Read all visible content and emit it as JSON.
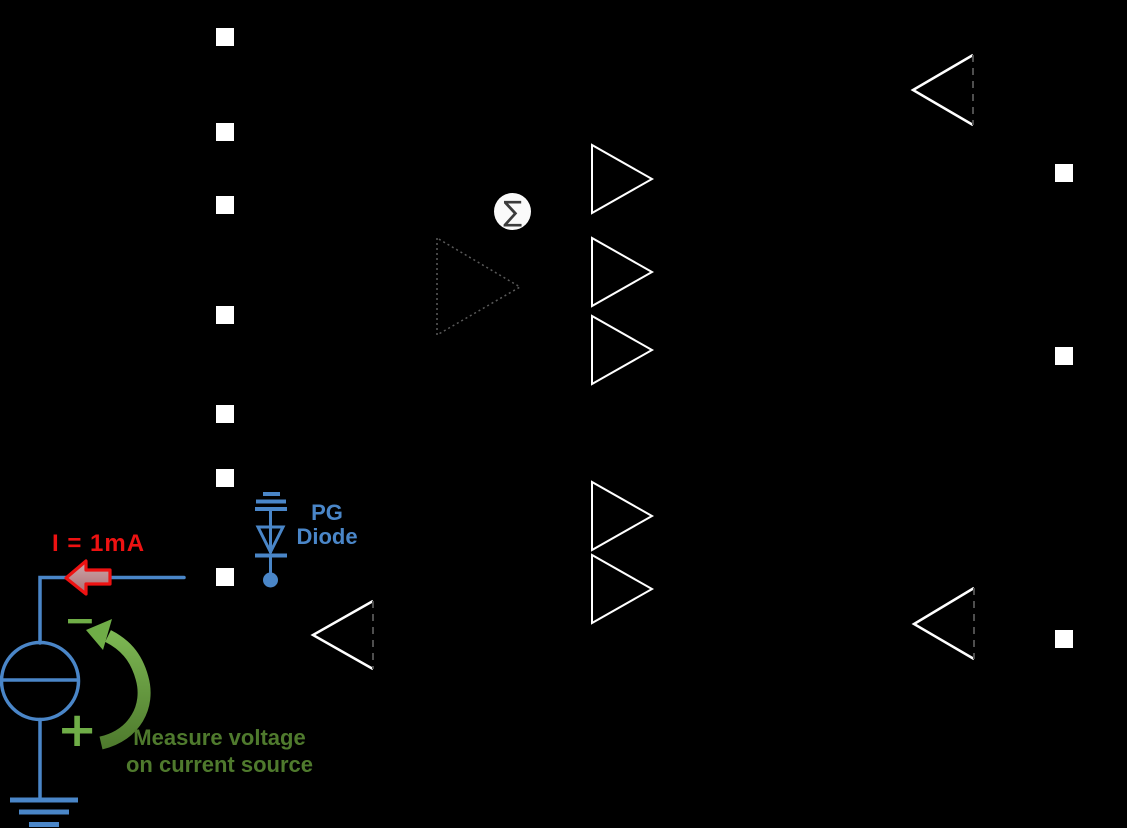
{
  "diagram": {
    "annotations": {
      "current_label": "I = 1mA",
      "pg_diode_label": {
        "line1": "PG",
        "line2": "Diode"
      },
      "measure_note": {
        "line1": "Measure voltage",
        "line2": "on current source"
      },
      "polarity_minus": "−",
      "polarity_plus": "+",
      "summation_symbol": "∑"
    },
    "colors": {
      "background": "#000000",
      "shape_white": "#ffffff",
      "wire_blue": "#4a86c8",
      "current_red": "#ee1212",
      "note_green_dark": "#4f7a2d",
      "polarity_green": "#6fad47",
      "arrow_green_light": "#83bf58",
      "arrow_green_dark": "#4e7a2d",
      "red_arrow_fill_light": "#cfa9ac",
      "red_arrow_fill_dark": "#ab6d72"
    }
  }
}
